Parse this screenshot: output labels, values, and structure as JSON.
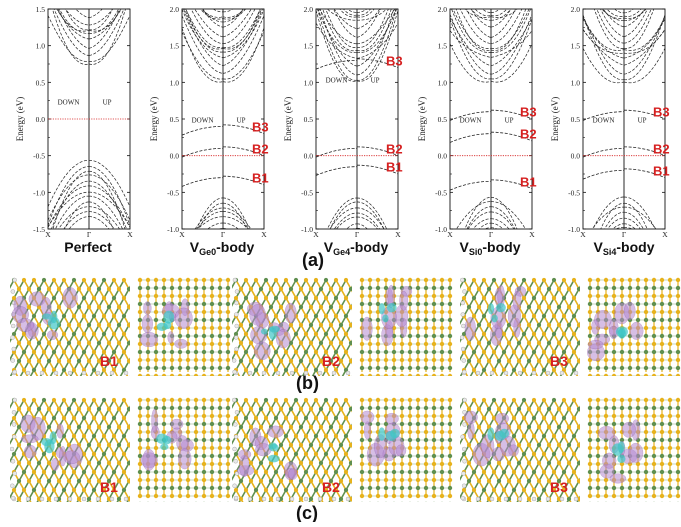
{
  "figure": {
    "panel_labels": [
      "(a)",
      "(b)",
      "(c)"
    ],
    "axis": {
      "ylabel": "Energy (eV)",
      "ytick_labels_a": [
        "1.5",
        "1.0",
        "0.5",
        "0.0",
        "-0.5",
        "-1.0",
        "-1.5"
      ],
      "ytick_labels_b": [
        "2.0",
        "1.5",
        "1.0",
        "0.5",
        "0.0",
        "-0.5",
        "-1.0"
      ],
      "xtick_labels": [
        "X",
        "Γ",
        "X"
      ],
      "spin_down": "DOWN",
      "spin_up": "UP"
    },
    "subplots": [
      {
        "name": "Perfect",
        "main": "Perfect",
        "sub": "",
        "suffix": "",
        "ylim": [
          -1.5,
          1.5
        ],
        "fermi": 0.0,
        "states": []
      },
      {
        "name": "VGe0-body",
        "main": "V",
        "sub": "Ge0",
        "suffix": "-body",
        "ylim": [
          -1.0,
          2.0
        ],
        "fermi": 0.0,
        "states": [
          {
            "label": "B3",
            "energy": 0.4
          },
          {
            "label": "B2",
            "energy": 0.1
          },
          {
            "label": "B1",
            "energy": -0.3
          }
        ]
      },
      {
        "name": "VGe4-body",
        "main": "V",
        "sub": "Ge4",
        "suffix": "-body",
        "ylim": [
          -1.0,
          2.0
        ],
        "fermi": 0.0,
        "states": [
          {
            "label": "B3",
            "energy": 1.3
          },
          {
            "label": "B2",
            "energy": 0.1
          },
          {
            "label": "B1",
            "energy": -0.15
          }
        ]
      },
      {
        "name": "VSi0-body",
        "main": "V",
        "sub": "Si0",
        "suffix": "-body",
        "ylim": [
          -1.0,
          2.0
        ],
        "fermi": 0.0,
        "states": [
          {
            "label": "B3",
            "energy": 0.6
          },
          {
            "label": "B2",
            "energy": 0.3
          },
          {
            "label": "B1",
            "energy": -0.35
          }
        ]
      },
      {
        "name": "VSi4-body",
        "main": "V",
        "sub": "Si4",
        "suffix": "-body",
        "ylim": [
          -1.0,
          2.0
        ],
        "fermi": 0.0,
        "states": [
          {
            "label": "B3",
            "energy": 0.6
          },
          {
            "label": "B2",
            "energy": 0.1
          },
          {
            "label": "B1",
            "energy": -0.2
          }
        ]
      }
    ],
    "state_row_b": [
      "B1",
      "B2",
      "B3"
    ],
    "state_row_c": [
      "B1",
      "B2",
      "B3"
    ],
    "colors": {
      "state_label": "#d62020",
      "fermi_line": "#d62020",
      "bands": "#222222",
      "atom_ge": "#e7b21c",
      "atom_si": "#5f8f4f",
      "atom_h": "#e8e8e8",
      "density_lobe": "#b58ad0",
      "density_core": "#3fc6c6"
    }
  }
}
